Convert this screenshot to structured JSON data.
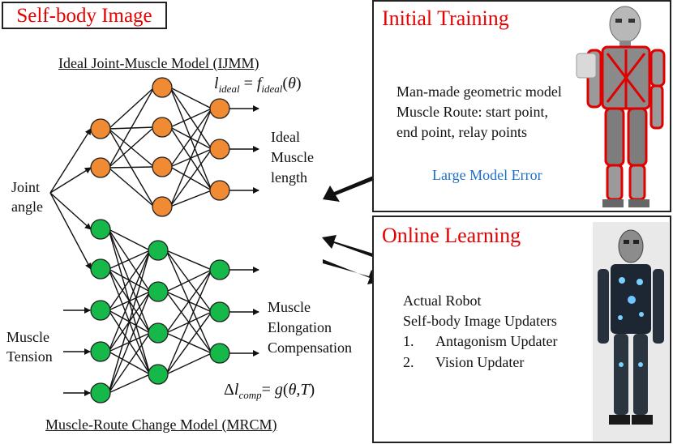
{
  "title": "Self-body Image",
  "ijmm": {
    "label": "Ideal Joint-Muscle Model (IJMM)",
    "formula": "l_ideal = f_ideal(θ)",
    "output": [
      "Ideal",
      "Muscle",
      "length"
    ]
  },
  "mrcm": {
    "label": "Muscle-Route Change Model (MRCM)",
    "formula": "Δl_comp = g(θ,T)",
    "output": [
      "Muscle",
      "Elongation",
      "Compensation"
    ]
  },
  "inputs": {
    "joint_angle": [
      "Joint",
      "angle"
    ],
    "muscle_tension": [
      "Muscle",
      "Tension"
    ]
  },
  "initial_training": {
    "title": "Initial Training",
    "lines": [
      "Man-made geometric model",
      "Muscle Route: start point,",
      "end point, relay points"
    ],
    "error": "Large Model Error"
  },
  "online_learning": {
    "title": "Online Learning",
    "lines": [
      "Actual Robot",
      "Self-body Image Updaters"
    ],
    "items": [
      {
        "num": "1.",
        "label": "Antagonism Updater"
      },
      {
        "num": "2.",
        "label": "Vision Updater"
      }
    ]
  },
  "colors": {
    "orange_node": "#f08a33",
    "green_node": "#16b84a",
    "title_red": "#e60000",
    "error_blue": "#1f6fc6"
  }
}
